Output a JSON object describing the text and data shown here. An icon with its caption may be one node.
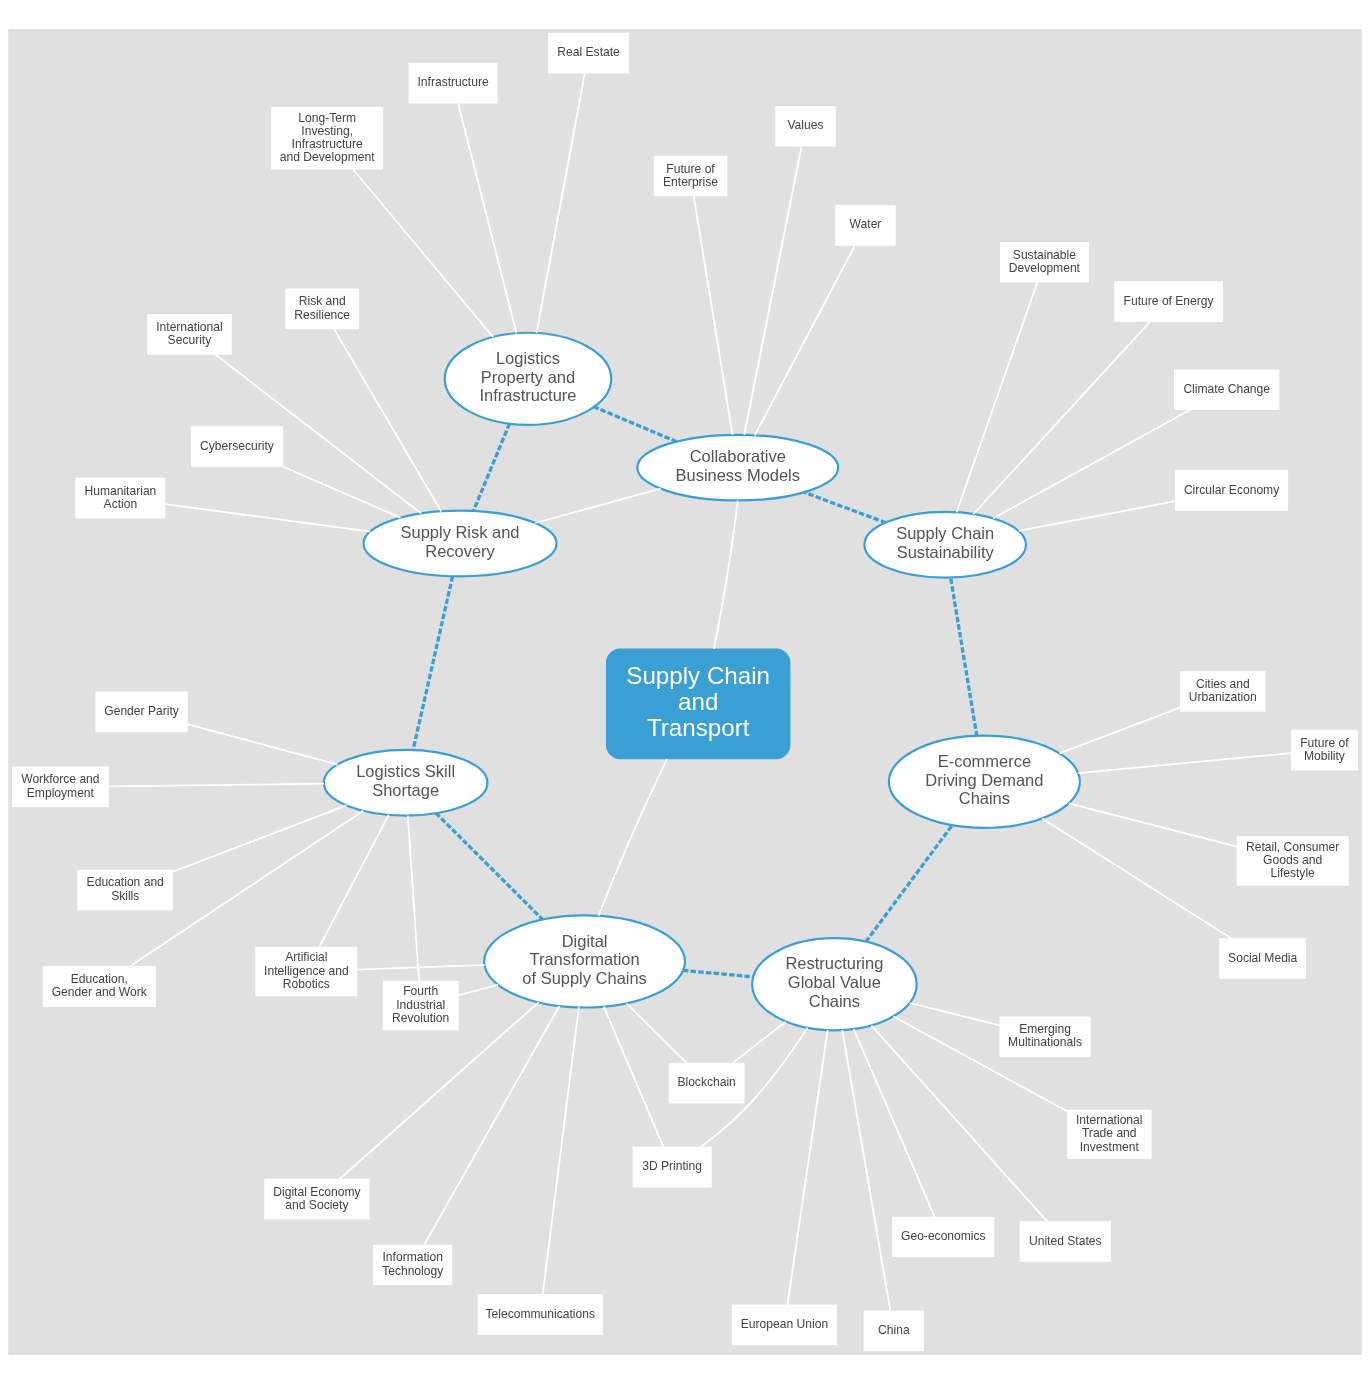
{
  "diagram": {
    "nodes": [
      {
        "text": [
          "Supply Chain and Transport"
        ]
      },
      {
        "text": [
          "Supply Risk and Recovery"
        ]
      },
      {
        "text": [
          "Logistics Skill Shortage"
        ]
      },
      {
        "text": [
          "Logistics Property and Infrastructure"
        ]
      },
      {
        "text": [
          "Digital Transformation of Supply Chains"
        ]
      },
      {
        "text": [
          "Collaborative Business Models"
        ]
      },
      {
        "text": [
          "Restructuring Global Value Chains"
        ]
      },
      {
        "text": [
          "Supply Chain Sustainability"
        ]
      },
      {
        "text": [
          "E-commerce Driving Demand Chains"
        ]
      },
      {
        "text": [
          "Cybersecurity"
        ]
      },
      {
        "text": [
          "Humanitarian Action"
        ]
      },
      {
        "text": [
          "International Security"
        ]
      },
      {
        "text": [
          "Education and Skills"
        ]
      },
      {
        "text": [
          "Gender Parity"
        ]
      },
      {
        "text": [
          "Workforce and Employment"
        ]
      },
      {
        "text": [
          "Fourth Industrial Revolution"
        ]
      },
      {
        "text": [
          "Education, Gender and Work"
        ]
      },
      {
        "text": [
          "Artificial Intelligence and Robotics"
        ]
      },
      {
        "text": [
          "Information Technology"
        ]
      },
      {
        "text": [
          "Digital Economy and Society"
        ]
      },
      {
        "text": [
          "Telecommunications"
        ]
      },
      {
        "text": [
          "3D Printing"
        ]
      },
      {
        "text": [
          "Blockchain"
        ]
      },
      {
        "text": [
          "International Trade and Investment"
        ]
      },
      {
        "text": [
          "Emerging Multinationals"
        ]
      },
      {
        "text": [
          "Geo-economics"
        ]
      },
      {
        "text": [
          "United States"
        ]
      },
      {
        "text": [
          "European Union"
        ]
      },
      {
        "text": [
          "China"
        ]
      },
      {
        "text": [
          "Retail, Consumer Goods and Lifestyle"
        ]
      },
      {
        "text": [
          "Cities and Urbanization"
        ]
      },
      {
        "text": [
          "Future of Mobility"
        ]
      },
      {
        "text": [
          "Social Media"
        ]
      },
      {
        "text": [
          "Sustainable Development"
        ]
      },
      {
        "text": [
          "Climate Change"
        ]
      },
      {
        "text": [
          "Circular Economy"
        ]
      },
      {
        "text": [
          "Future of Energy"
        ]
      },
      {
        "text": [
          "Water"
        ]
      },
      {
        "text": [
          "Values"
        ]
      },
      {
        "text": [
          "Future of Enterprise"
        ]
      },
      {
        "text": [
          "Real Estate"
        ]
      },
      {
        "text": [
          "Infrastructure"
        ]
      },
      {
        "text": [
          "Long-Term Investing, Infrastructure and Development"
        ]
      },
      {
        "text": [
          "Risk and Resilience"
        ]
      }
    ],
    "edges": [
      {
        "from": 0,
        "to": 4,
        "arrow": "none"
      },
      {
        "from": 0,
        "to": 5,
        "arrow": "none"
      },
      {
        "from": 1,
        "to": 2,
        "arrow": "none",
        "style": "dashed",
        "color": "#3a9fd3"
      },
      {
        "from": 2,
        "to": 4,
        "arrow": "none",
        "style": "dashed",
        "color": "#3a9fd3"
      },
      {
        "from": 4,
        "to": 6,
        "arrow": "none",
        "style": "dashed",
        "color": "#3a9fd3"
      },
      {
        "from": 6,
        "to": 8,
        "arrow": "none",
        "style": "dashed",
        "color": "#3a9fd3"
      },
      {
        "from": 8,
        "to": 7,
        "arrow": "none",
        "style": "dashed",
        "color": "#3a9fd3"
      },
      {
        "from": 7,
        "to": 5,
        "arrow": "none",
        "style": "dashed",
        "color": "#3a9fd3"
      },
      {
        "from": 5,
        "to": 3,
        "arrow": "none",
        "style": "dashed",
        "color": "#3a9fd3"
      },
      {
        "from": 3,
        "to": 1,
        "arrow": "none",
        "style": "dashed",
        "color": "#3a9fd3"
      },
      {
        "from": 1,
        "to": 5,
        "arrow": "none"
      },
      {
        "from": 9,
        "to": 1,
        "arrow": "none"
      },
      {
        "from": 10,
        "to": 1,
        "arrow": "none"
      },
      {
        "from": 11,
        "to": 1,
        "arrow": "none"
      },
      {
        "from": 43,
        "to": 1,
        "arrow": "none"
      },
      {
        "from": 12,
        "to": 2,
        "arrow": "none"
      },
      {
        "from": 13,
        "to": 2,
        "arrow": "none"
      },
      {
        "from": 14,
        "to": 2,
        "arrow": "none"
      },
      {
        "from": 15,
        "to": 2,
        "arrow": "none"
      },
      {
        "from": 15,
        "to": 4,
        "arrow": "none"
      },
      {
        "from": 16,
        "to": 2,
        "arrow": "none"
      },
      {
        "from": 17,
        "to": 2,
        "arrow": "none"
      },
      {
        "from": 17,
        "to": 4,
        "arrow": "none"
      },
      {
        "from": 18,
        "to": 4,
        "arrow": "none"
      },
      {
        "from": 19,
        "to": 4,
        "arrow": "none"
      },
      {
        "from": 20,
        "to": 4,
        "arrow": "none"
      },
      {
        "from": 21,
        "to": 4,
        "arrow": "none"
      },
      {
        "from": 21,
        "to": 6,
        "arrow": "none"
      },
      {
        "from": 22,
        "to": 4,
        "arrow": "none"
      },
      {
        "from": 22,
        "to": 6,
        "arrow": "none"
      },
      {
        "from": 23,
        "to": 6,
        "arrow": "none"
      },
      {
        "from": 24,
        "to": 6,
        "arrow": "none"
      },
      {
        "from": 25,
        "to": 6,
        "arrow": "none"
      },
      {
        "from": 26,
        "to": 6,
        "arrow": "none"
      },
      {
        "from": 27,
        "to": 6,
        "arrow": "none"
      },
      {
        "from": 28,
        "to": 6,
        "arrow": "none"
      },
      {
        "from": 29,
        "to": 8,
        "arrow": "none"
      },
      {
        "from": 30,
        "to": 8,
        "arrow": "none"
      },
      {
        "from": 31,
        "to": 8,
        "arrow": "none"
      },
      {
        "from": 32,
        "to": 8,
        "arrow": "none"
      },
      {
        "from": 33,
        "to": 7,
        "arrow": "none"
      },
      {
        "from": 34,
        "to": 7,
        "arrow": "none"
      },
      {
        "from": 35,
        "to": 7,
        "arrow": "none"
      },
      {
        "from": 36,
        "to": 7,
        "arrow": "none"
      },
      {
        "from": 37,
        "to": 5,
        "arrow": "none"
      },
      {
        "from": 38,
        "to": 5,
        "arrow": "none"
      },
      {
        "from": 39,
        "to": 5,
        "arrow": "none"
      },
      {
        "from": 40,
        "to": 3,
        "arrow": "none"
      },
      {
        "from": 41,
        "to": 3,
        "arrow": "none"
      },
      {
        "from": 42,
        "to": 3,
        "arrow": "none"
      }
    ]
  }
}
